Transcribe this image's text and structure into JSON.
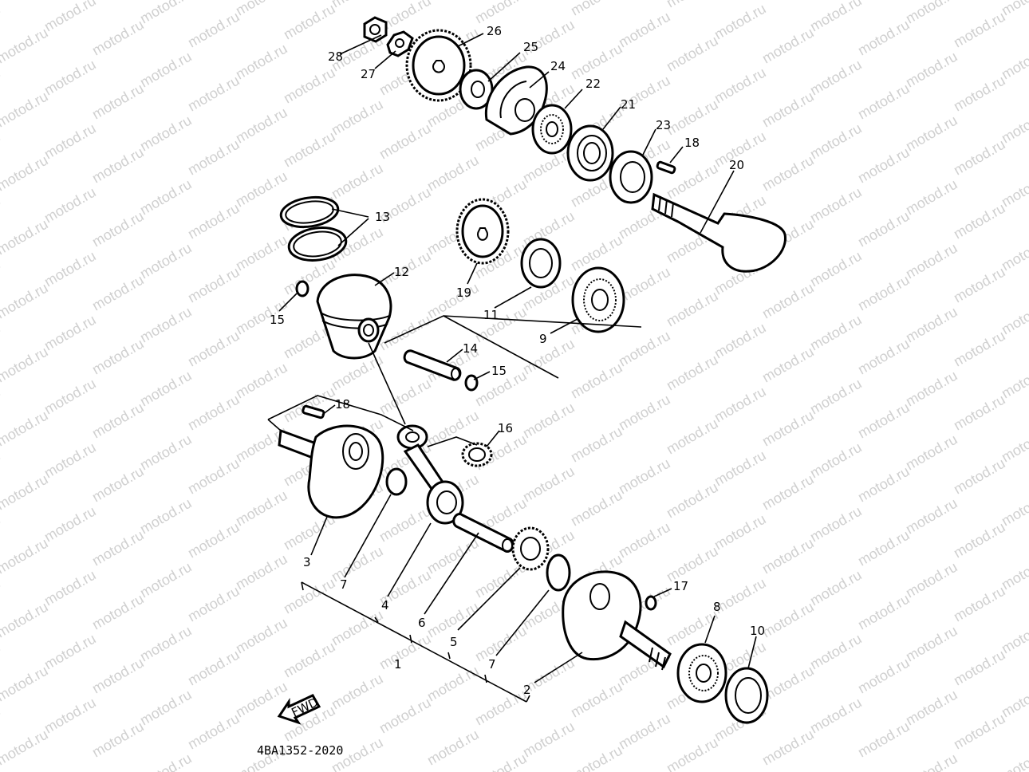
{
  "watermark": "motod.ru",
  "drawing_code": "4BA1352-2020",
  "fwd_label": "FWD",
  "labels": {
    "p1": "1",
    "p2": "2",
    "p3": "3",
    "p4": "4",
    "p5": "5",
    "p6": "6",
    "p7a": "7",
    "p7b": "7",
    "p8": "8",
    "p9": "9",
    "p10": "10",
    "p11": "11",
    "p12": "12",
    "p13": "13",
    "p14": "14",
    "p15a": "15",
    "p15b": "15",
    "p16": "16",
    "p17": "17",
    "p18a": "18",
    "p18b": "18",
    "p19": "19",
    "p20": "20",
    "p21": "21",
    "p22": "22",
    "p23": "23",
    "p24": "24",
    "p25": "25",
    "p26": "26",
    "p27": "27",
    "p28": "28"
  }
}
